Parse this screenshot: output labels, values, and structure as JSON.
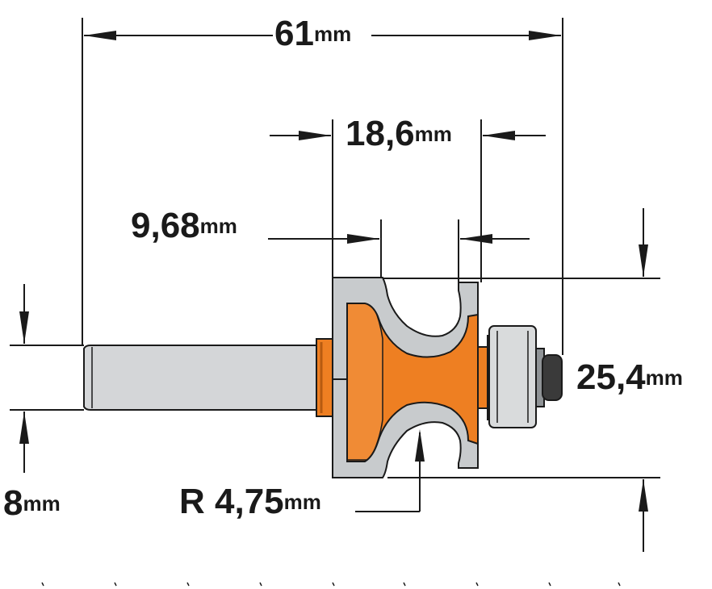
{
  "dimensions": {
    "overall_length": {
      "value": "61",
      "unit": "mm"
    },
    "cutting_length": {
      "value": "18,6",
      "unit": "mm"
    },
    "profile_height": {
      "value": "9,68",
      "unit": "mm"
    },
    "diameter": {
      "value": "25,4",
      "unit": "mm"
    },
    "shank": {
      "value": "8",
      "unit": "mm"
    },
    "radius": {
      "value": "R 4,75",
      "unit": "mm"
    }
  },
  "colors": {
    "body_orange": "#EE7F22",
    "body_dark": "#B65A10",
    "carbide_gray": "#C8CBCD",
    "shank_gray": "#D4D6D8",
    "bearing_gray": "#D9DBDC",
    "screw_dark": "#3A3A3A",
    "ink": "#1A1A1A"
  }
}
